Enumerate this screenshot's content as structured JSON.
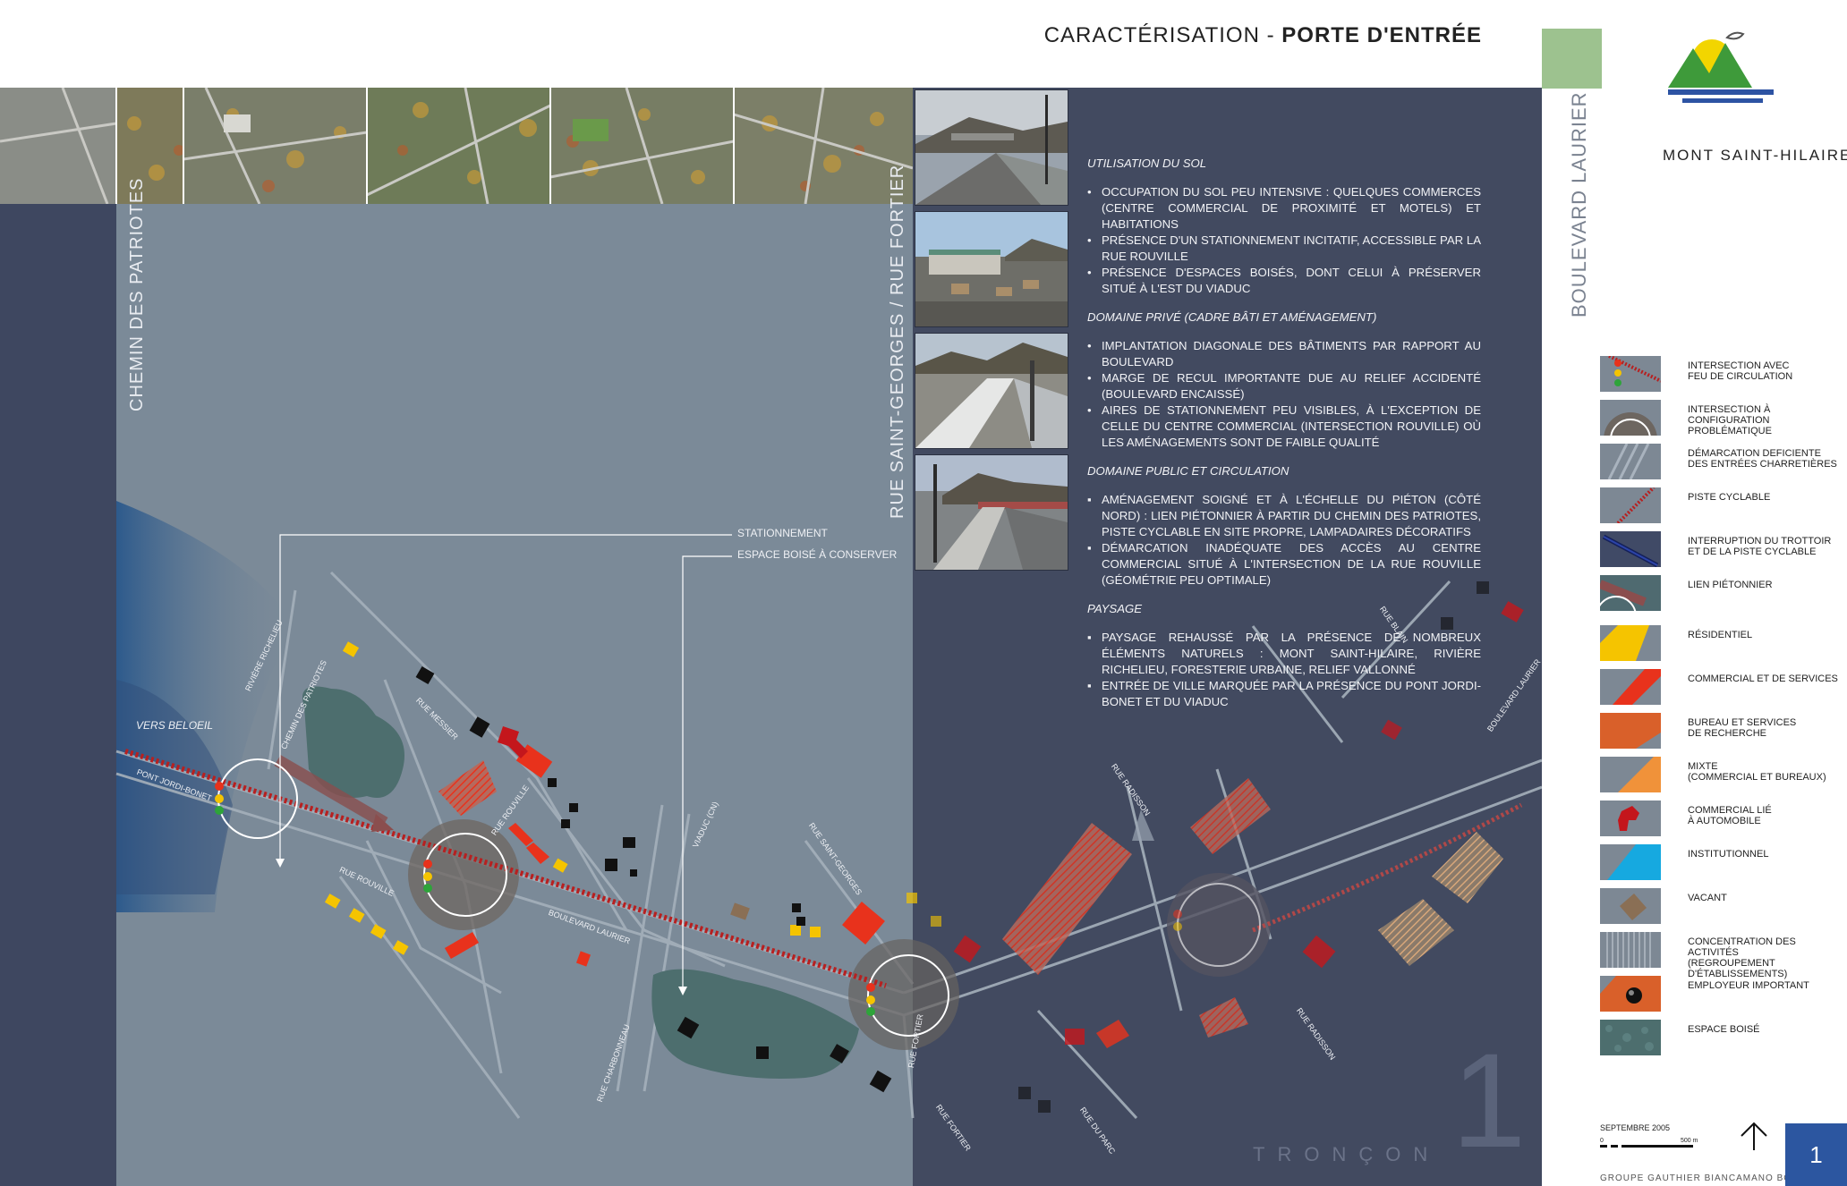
{
  "header": {
    "title_prefix": "CARACTÉRISATION",
    "title_sep": " - ",
    "title_main": "PORTE D'ENTRÉE",
    "city_name": "MONT SAINT-HILAIRE",
    "vertical_title": "BOULEVARD LAURIER",
    "accent_color": "#9dc28f"
  },
  "map": {
    "side_labels": {
      "left": "CHEMIN DES PATRIOTES",
      "right": "RUE SAINT-GEORGES / RUE FORTIER"
    },
    "callouts": {
      "parking": "STATIONNEMENT",
      "woods": "ESPACE BOISÉ À CONSERVER"
    },
    "vers": "VERS BELOEIL",
    "streets": {
      "pont": "PONT JORDI-BONET",
      "riviere": "RIVIÈRE RICHELIEU",
      "chemin": "CHEMIN DES PATRIOTES",
      "messier": "RUE MESSIER",
      "rouville_a": "RUE ROUVILLE",
      "rouville_b": "RUE ROUVILLE",
      "laurier": "BOULEVARD LAURIER",
      "viaduc": "VIADUC (CN)",
      "saintgeorges": "RUE SAINT-GEORGES",
      "charbonneau": "RUE CHARBONNEAU",
      "fortier_a": "RUE FORTIER",
      "fortier_b": "RUE FORTIER",
      "parc": "RUE DU PARC",
      "radisson_a": "RUE RADISSON",
      "radisson_b": "RUE RADISSON",
      "blain": "RUE BLAIN",
      "laurier_b": "BOULEVARD LAURIER"
    }
  },
  "analysis": {
    "sections": [
      {
        "heading": "UTILISATION DU SOL",
        "bullet": "round",
        "items": [
          "OCCUPATION DU SOL PEU INTENSIVE : QUELQUES COMMERCES (CENTRE COMMERCIAL DE PROXIMITÉ ET MOTELS) ET HABITATIONS",
          "PRÉSENCE D'UN STATIONNEMENT INCITATIF, ACCESSIBLE PAR LA RUE ROUVILLE",
          "PRÉSENCE D'ESPACES BOISÉS, DONT CELUI À PRÉSERVER SITUÉ À L'EST DU VIADUC"
        ]
      },
      {
        "heading": "DOMAINE PRIVÉ (CADRE BÂTI ET AMÉNAGEMENT)",
        "bullet": "round",
        "items": [
          "IMPLANTATION DIAGONALE DES BÂTIMENTS PAR RAPPORT AU BOULEVARD",
          "MARGE DE RECUL IMPORTANTE DUE AU RELIEF ACCIDENTÉ (BOULEVARD ENCAISSÉ)",
          "AIRES DE STATIONNEMENT PEU VISIBLES, À L'EXCEPTION DE CELLE DU CENTRE COMMERCIAL (INTERSECTION ROUVILLE) OÙ LES AMÉNAGEMENTS SONT DE FAIBLE QUALITÉ"
        ]
      },
      {
        "heading": "DOMAINE PUBLIC ET CIRCULATION",
        "bullet": "square",
        "items": [
          "AMÉNAGEMENT SOIGNÉ ET À L'ÉCHELLE DU PIÉTON (CÔTÉ NORD) : LIEN PIÉTONNIER À PARTIR DU CHEMIN DES PATRIOTES, PISTE CYCLABLE EN SITE PROPRE, LAMPADAIRES DÉCORATIFS",
          "DÉMARCATION INADÉQUATE DES ACCÈS AU CENTRE COMMERCIAL SITUÉ À L'INTERSECTION DE LA RUE ROUVILLE (GÉOMÉTRIE PEU OPTIMALE)"
        ]
      },
      {
        "heading": "PAYSAGE",
        "bullet": "square",
        "items": [
          "PAYSAGE REHAUSSÉ PAR LA PRÉSENCE DE NOMBREUX ÉLÉMENTS NATURELS : MONT SAINT-HILAIRE, RIVIÈRE RICHELIEU, FORESTERIE URBAINE, RELIEF VALLONNÉ",
          "ENTRÉE DE VILLE MARQUÉE PAR LA PRÉSENCE DU PONT JORDI-BONET ET DU VIADUC"
        ]
      }
    ]
  },
  "legend": [
    {
      "label": "INTERSECTION AVEC\nFEU DE CIRCULATION",
      "swatch": "traffic-light-icon"
    },
    {
      "label": "INTERSECTION À CONFIGURATION\nPROBLÉMATIQUE",
      "swatch": "problem-intersection-icon"
    },
    {
      "label": "DÉMARCATION DEFICIENTE\nDES ENTRÉES CHARRETIÈRES",
      "swatch": "hatch-grey"
    },
    {
      "label": "PISTE CYCLABLE",
      "swatch": "bike-path"
    },
    {
      "label": "INTERRUPTION DU TROTTOIR\nET DE LA PISTE CYCLABLE",
      "swatch": "interruption-line"
    },
    {
      "label": "LIEN PIÉTONNIER",
      "swatch": "pedestrian-link"
    },
    {
      "label": "RÉSIDENTIEL",
      "swatch": "residential"
    },
    {
      "label": "COMMERCIAL ET DE SERVICES",
      "swatch": "commercial"
    },
    {
      "label": "BUREAU ET SERVICES\nDE RECHERCHE",
      "swatch": "office"
    },
    {
      "label": "MIXTE\n(COMMERCIAL ET BUREAUX)",
      "swatch": "mixed"
    },
    {
      "label": "COMMERCIAL LIÉ\nÀ AUTOMOBILE",
      "swatch": "auto"
    },
    {
      "label": "INSTITUTIONNEL",
      "swatch": "institutional"
    },
    {
      "label": "VACANT",
      "swatch": "vacant"
    },
    {
      "label": "CONCENTRATION DES ACTIVITÉS\n(REGROUPEMENT D'ÉTABLISSEMENTS)",
      "swatch": "concentration"
    },
    {
      "label": "EMPLOYEUR IMPORTANT",
      "swatch": "employer"
    },
    {
      "label": "ESPACE BOISÉ",
      "swatch": "woods"
    }
  ],
  "legend_colors": {
    "residential": "#f5c400",
    "commercial": "#e8321c",
    "office": "#d9602a",
    "mixed": "#f0923a",
    "auto": "#c4161c",
    "institutional": "#16a9e0",
    "vacant": "#8a6f55",
    "woods": "#4d6e6e"
  },
  "footer": {
    "troncon": "TRONÇON",
    "section_number": "1",
    "date": "SEPTEMBRE  2005",
    "scale_zero": "0",
    "scale_max": "500 m",
    "credits": "GROUPE  GAUTHIER  BIANCAMANO  BOLDUC",
    "page": "1"
  }
}
